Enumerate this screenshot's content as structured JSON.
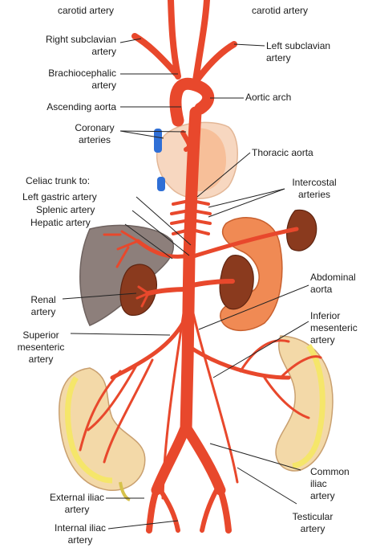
{
  "labels": {
    "right_carotid": "carotid artery",
    "left_carotid": "carotid artery",
    "right_subclavian": "Right subclavian\nartery",
    "left_subclavian": "Left subclavian\nartery",
    "brachiocephalic": "Brachiocephalic\nartery",
    "ascending_aorta": "Ascending aorta",
    "aortic_arch": "Aortic arch",
    "coronary": "Coronary\narteries",
    "thoracic_aorta": "Thoracic aorta",
    "celiac_trunk": "Celiac trunk to:",
    "left_gastric": "Left gastric artery",
    "splenic": "Splenic artery",
    "hepatic": "Hepatic artery",
    "intercostal": "Intercostal\narteries",
    "renal": "Renal\nartery",
    "abdominal_aorta": "Abdominal\naorta",
    "superior_mesenteric": "Superior\nmesenteric\nartery",
    "inferior_mesenteric": "Inferior\nmesenteric\nartery",
    "common_iliac": "Common\niliac\nartery",
    "external_iliac": "External iliac\nartery",
    "internal_iliac": "Internal iliac\nartery",
    "testicular": "Testicular\nartery"
  },
  "colors": {
    "artery": "#e8482c",
    "artery_dark": "#b7301c",
    "liver": "#8d7f7b",
    "kidney": "#8a3a1e",
    "heart": "#f7d7c0",
    "vein": "#2f6fd6",
    "stomach": "#f08a54",
    "colon_outer": "#f3d9a8",
    "colon_inner": "#f5e66a",
    "leader": "#222222"
  }
}
